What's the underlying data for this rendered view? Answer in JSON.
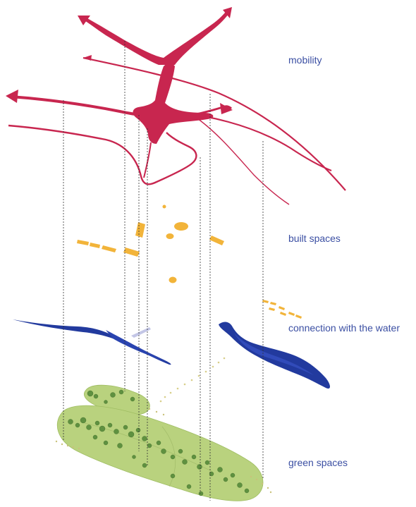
{
  "labels": {
    "mobility": "mobility",
    "built_spaces": "built spaces",
    "connection_with_the_water": "connection with the water",
    "green_spaces": "green spaces"
  },
  "colors": {
    "mobility": "#c8264f",
    "built": "#f2b43a",
    "water": "#223a9e",
    "green": "#b7d07a",
    "trees": "#5e8f3d",
    "label_text": "#3b4fa3",
    "guide_lines": "#333333"
  }
}
